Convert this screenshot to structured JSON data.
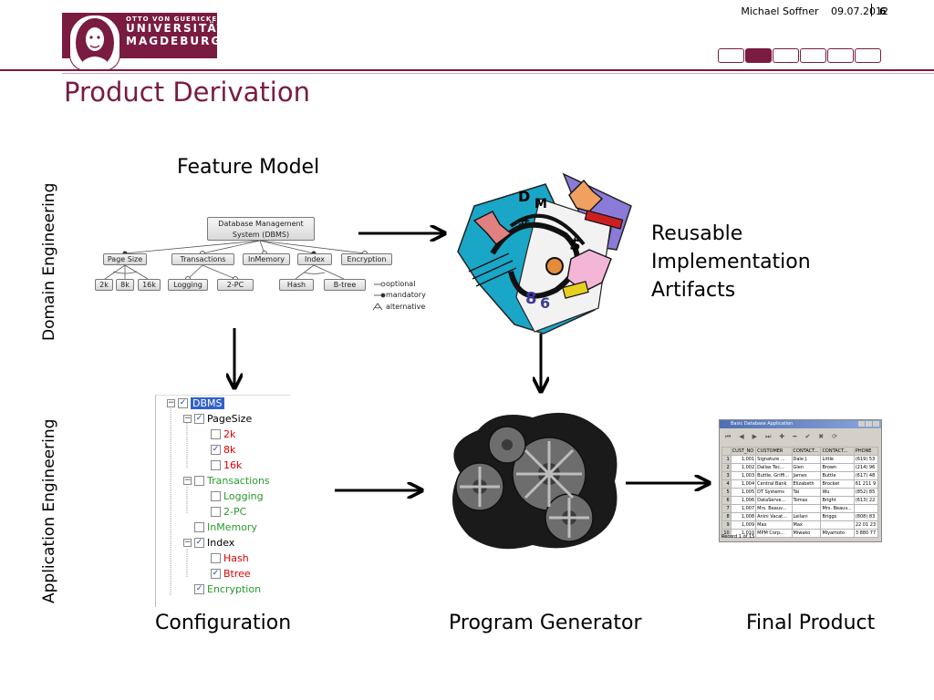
{
  "header": {
    "logo_line1": "OTTO VON GUERICKE",
    "logo_line2": "UNIVERSITÄT",
    "logo_line3": "MAGDEBURG",
    "author": "Michael Soffner",
    "date": "09.07.2012",
    "page_number": "6",
    "progress": {
      "total": 6,
      "active_index": 1
    }
  },
  "title": "Product Derivation",
  "side_labels": {
    "domain": "Domain Engineering",
    "application": "Application Engineering"
  },
  "labels": {
    "feature_model": "Feature Model",
    "reusable": [
      "Reusable",
      "Implementation",
      "Artifacts"
    ],
    "configuration": "Configuration",
    "program_generator": "Program Generator",
    "final_product": "Final Product"
  },
  "feature_model": {
    "root": [
      "Database Management",
      "System (DBMS)"
    ],
    "features": [
      "Page Size",
      "Transactions",
      "InMemory",
      "Index",
      "Encryption"
    ],
    "page_sizes": [
      "2k",
      "8k",
      "16k"
    ],
    "transactions": [
      "Logging",
      "2-PC"
    ],
    "index": [
      "Hash",
      "B-tree"
    ],
    "legend": [
      "optional",
      "mandatory",
      "alternative"
    ]
  },
  "configuration_tree": {
    "root": "DBMS",
    "items": [
      {
        "label": "PageSize",
        "checked": true,
        "color": "black"
      },
      {
        "label": "2k",
        "checked": false,
        "color": "red"
      },
      {
        "label": "8k",
        "checked": true,
        "color": "red"
      },
      {
        "label": "16k",
        "checked": false,
        "color": "red"
      },
      {
        "label": "Transactions",
        "checked": false,
        "color": "green"
      },
      {
        "label": "Logging",
        "checked": false,
        "color": "green"
      },
      {
        "label": "2-PC",
        "checked": false,
        "color": "green"
      },
      {
        "label": "InMemory",
        "checked": false,
        "color": "green"
      },
      {
        "label": "Index",
        "checked": true,
        "color": "black"
      },
      {
        "label": "Hash",
        "checked": false,
        "color": "red"
      },
      {
        "label": "Btree",
        "checked": true,
        "color": "red"
      },
      {
        "label": "Encryption",
        "checked": true,
        "color": "green"
      }
    ]
  },
  "final_product_window": {
    "title": "Basic Database Application",
    "columns": [
      "CUST_NO",
      "CUSTOMER",
      "CONTACT...",
      "CONTACT...",
      "PHONE"
    ],
    "rows": [
      [
        "1",
        "1,001",
        "Signature ...",
        "Dale J.",
        "Little",
        "(619) 53"
      ],
      [
        "2",
        "1,002",
        "Dallas Tec...",
        "Glen",
        "Brown",
        "(214) 96"
      ],
      [
        "3",
        "1,003",
        "Buttle, Griffi...",
        "James",
        "Buttle",
        "(617) 48"
      ],
      [
        "4",
        "1,004",
        "Central Bank",
        "Elizabeth",
        "Brocket",
        "61 211 9"
      ],
      [
        "5",
        "1,005",
        "DT Systems",
        "Tai",
        "Wu",
        "(852) 85"
      ],
      [
        "6",
        "1,006",
        "DataServe...",
        "Tomas",
        "Bright",
        "(613) 22"
      ],
      [
        "7",
        "1,007",
        "Mrs. Beauv...",
        "",
        "Mrs. Beauv...",
        ""
      ],
      [
        "8",
        "1,008",
        "Anini Vacat...",
        "Leilani",
        "Briggs",
        "(808) 83"
      ],
      [
        "9",
        "1,009",
        "Max",
        "Max",
        "",
        "22 01 23"
      ],
      [
        "10",
        "1,010",
        "MPM Corp...",
        "Miwako",
        "Miyamoto",
        "3 880 77"
      ]
    ],
    "status": "Record 1 of 15"
  }
}
